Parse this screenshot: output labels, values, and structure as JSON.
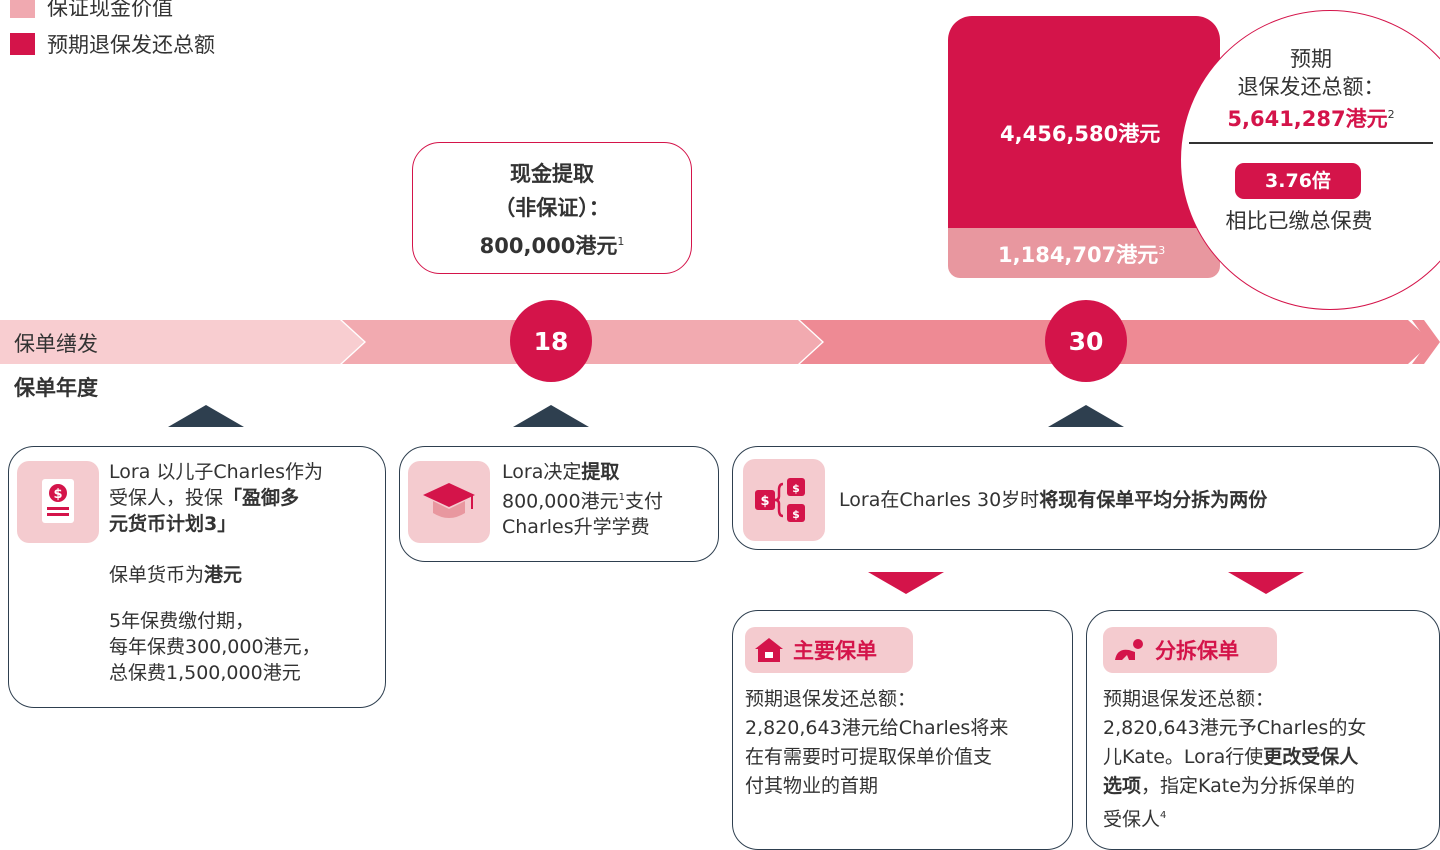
{
  "legend": [
    {
      "label": "保证现金价值",
      "color": "#f0a9b0"
    },
    {
      "label": "预期退保发还总额",
      "color": "#d4144a"
    }
  ],
  "callout": {
    "line1": "现金提取",
    "line2": "（非保证）：",
    "amount": "800,000港元",
    "note": "1"
  },
  "bar": {
    "top_value": "4,456,580港元",
    "bottom_value": "1,184,707港元",
    "bottom_note": "3"
  },
  "total_circle": {
    "label_line1": "预期",
    "label_line2": "退保发还总额：",
    "amount": "5,641,287港元",
    "note": "2",
    "multiple": "3.76倍",
    "multiple_caption": "相比已缴总保费"
  },
  "timeline": {
    "start_label": "保单缮发",
    "axis_label": "保单年度",
    "years": [
      "18",
      "30"
    ]
  },
  "cards": {
    "c1": {
      "line1": "Lora 以儿子Charles作为",
      "line2_plain": "受保人，投保",
      "line2_bold": "「盈御多",
      "line3_bold": "元货币计划3」",
      "currency_plain": "保单货币为",
      "currency_bold": "港元",
      "term_line1": "5年保费缴付期，",
      "term_line2": "每年保费300,000港元，",
      "term_line3": "总保费1,500,000港元"
    },
    "c2": {
      "line1_plain": "Lora决定",
      "line1_bold": "提取",
      "line2_plain": "800,000港元",
      "line2_note": "1",
      "line2_rest": "支付",
      "line3": "Charles升学学费"
    },
    "c3": {
      "text_plain": "Lora在Charles 30岁时",
      "text_bold": "将现有保单平均分拆为两份"
    },
    "c4": {
      "tag": "主要保单",
      "line1": "预期退保发还总额：",
      "line2": "2,820,643港元给Charles将来",
      "line3": "在有需要时可提取保单价值支",
      "line4": "付其物业的首期"
    },
    "c5": {
      "tag": "分拆保单",
      "line1": "预期退保发还总额：",
      "line2": "2,820,643港元予Charles的女",
      "line3_plain": "儿Kate。Lora行使",
      "line3_bold": "更改受保人",
      "line4_bold": "选项",
      "line4_plain": "，指定Kate为分拆保单的",
      "line5": "受保人",
      "line5_note": "4"
    }
  }
}
